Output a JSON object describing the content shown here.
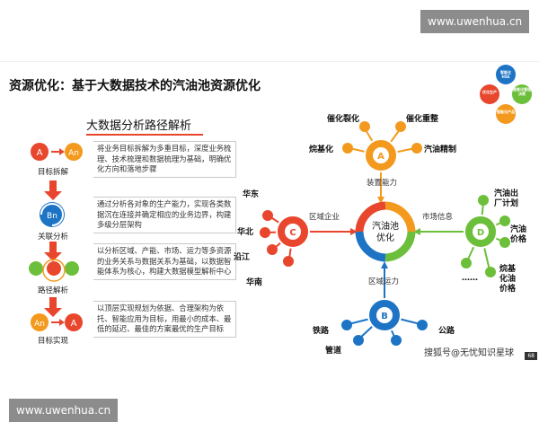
{
  "watermark_top": "www.uwenhua.cn",
  "watermark_bottom": "www.uwenhua.cn",
  "title": "资源优化：基于大数据技术的汽油池资源优化",
  "subtitle": "大数据分析路径解析",
  "steps": [
    {
      "label": "目标拆解",
      "desc": "将业务目标拆解为多重目标，深度业务梳理、技术梳理和数据梳理为基础，明确优化方向和落地步骤"
    },
    {
      "label": "关联分析",
      "desc": "通过分析各对象的生产能力，实现各类数据沉在连接并确定相应的业务边界，构建多级分层架构"
    },
    {
      "label": "路径解析",
      "desc": "以分析区域、产能、市场、运力等多资源的业务关系与数据关系为基础，以数据智能体系为核心，构建大数据模型解析中心"
    },
    {
      "label": "目标实现",
      "desc": "以顶层实现规划为依据、合理架构为依托、智能应用为目标，用最小的成本、最低的延迟、最佳的方案最优的生产目标"
    }
  ],
  "icon_letters": {
    "a": "A",
    "an": "An",
    "bn": "Bn",
    "b": "B",
    "c": "C",
    "d": "D"
  },
  "center": {
    "line1": "汽油池",
    "line2": "优化"
  },
  "hub_letters": {
    "top": "A",
    "left": "C",
    "right": "D",
    "bottom": "B"
  },
  "top_nodes": [
    "催化裂化",
    "催化重整",
    "烷基化",
    "汽油精制"
  ],
  "top_connector": "装置能力",
  "left_nodes": [
    "华东",
    "华北",
    "沿江",
    "华南"
  ],
  "left_connector": "区域企业",
  "right_nodes": {
    "n1": "汽油出\n厂计划",
    "n2": "汽油\n价格",
    "n3": "烷基\n化油\n价格",
    "n4": "……"
  },
  "right_connector": "市场信息",
  "bottom_nodes": [
    "铁路",
    "管道",
    "公路"
  ],
  "bottom_connector": "区域运力",
  "corner_bubbles": [
    "智能化HSE",
    "优化生产",
    "智能化管理决策",
    "智能化产品"
  ],
  "credit": "搜狐号@无忧知识星球",
  "page_number": "68",
  "colors": {
    "red": "#e8462d",
    "orange": "#f39a1e",
    "green": "#6cbf3a",
    "blue": "#1d74c5",
    "teal": "#1fa3c9"
  }
}
